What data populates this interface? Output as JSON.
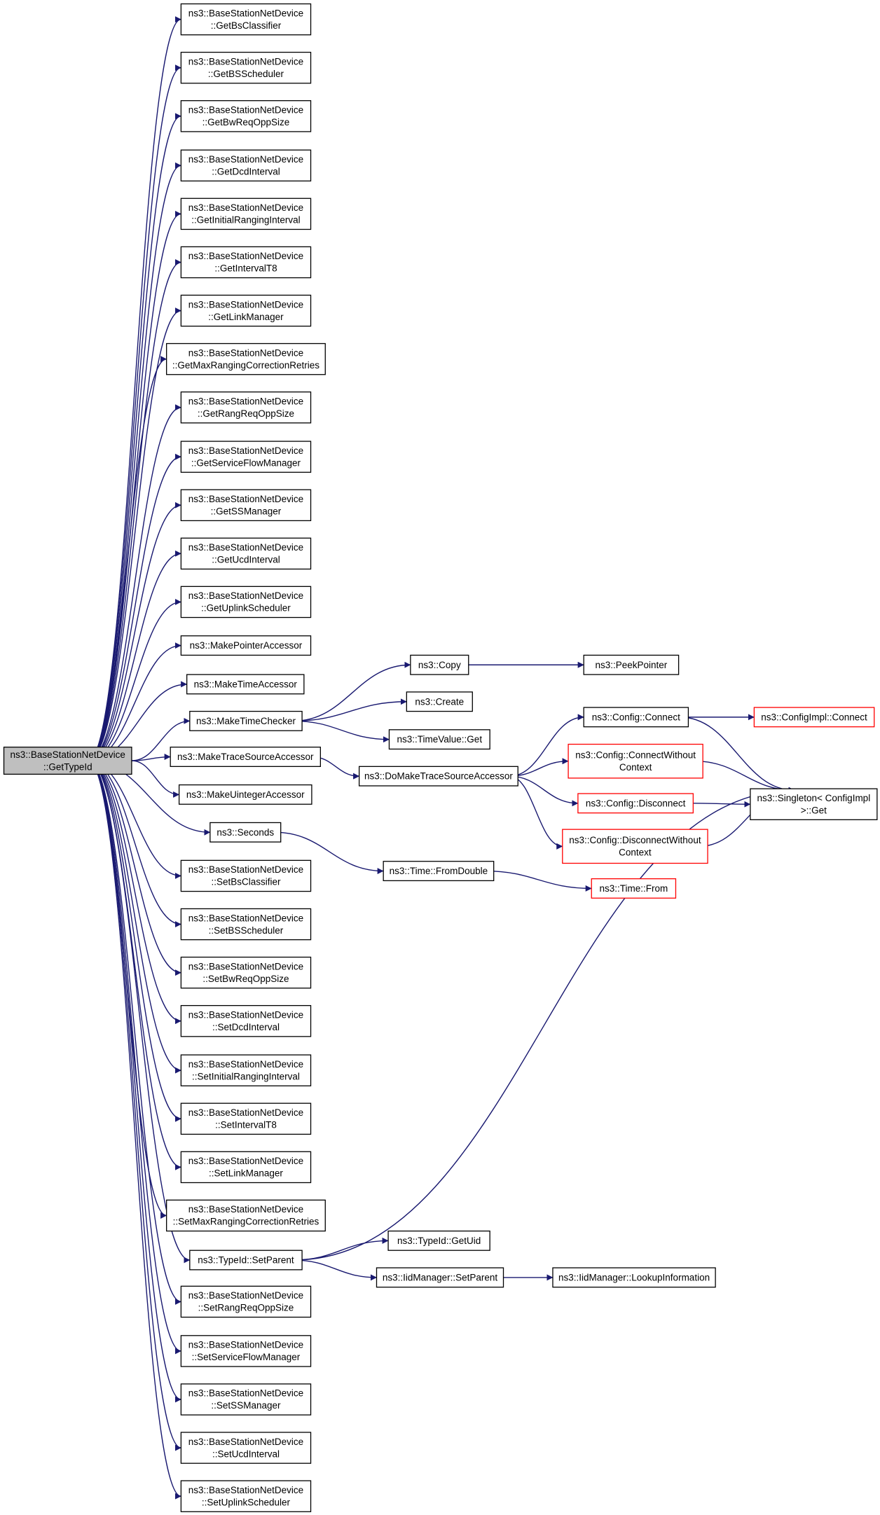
{
  "colors": {
    "edge": "#191970",
    "node_border": "#000000",
    "node_fill": "#ffffff",
    "root_fill": "#bfbfbf",
    "truncated_border": "#ff0000",
    "text": "#000000"
  },
  "nodes": [
    {
      "id": "root",
      "lines": [
        "ns3::BaseStationNetDevice",
        "::GetTypeId"
      ],
      "style": "root"
    },
    {
      "id": "getbsclassifier",
      "lines": [
        "ns3::BaseStationNetDevice",
        "::GetBsClassifier"
      ],
      "style": "normal"
    },
    {
      "id": "getbsscheduler",
      "lines": [
        "ns3::BaseStationNetDevice",
        "::GetBSScheduler"
      ],
      "style": "normal"
    },
    {
      "id": "getbwreqoppsize",
      "lines": [
        "ns3::BaseStationNetDevice",
        "::GetBwReqOppSize"
      ],
      "style": "normal"
    },
    {
      "id": "getdcdinterval",
      "lines": [
        "ns3::BaseStationNetDevice",
        "::GetDcdInterval"
      ],
      "style": "normal"
    },
    {
      "id": "getinitialranginginterval",
      "lines": [
        "ns3::BaseStationNetDevice",
        "::GetInitialRangingInterval"
      ],
      "style": "normal"
    },
    {
      "id": "getintervalt8",
      "lines": [
        "ns3::BaseStationNetDevice",
        "::GetIntervalT8"
      ],
      "style": "normal"
    },
    {
      "id": "getlinkmanager",
      "lines": [
        "ns3::BaseStationNetDevice",
        "::GetLinkManager"
      ],
      "style": "normal"
    },
    {
      "id": "getmaxrangingcorrectionretries",
      "lines": [
        "ns3::BaseStationNetDevice",
        "::GetMaxRangingCorrectionRetries"
      ],
      "style": "normal"
    },
    {
      "id": "getrangreqoppsize",
      "lines": [
        "ns3::BaseStationNetDevice",
        "::GetRangReqOppSize"
      ],
      "style": "normal"
    },
    {
      "id": "getserviceflowmanager",
      "lines": [
        "ns3::BaseStationNetDevice",
        "::GetServiceFlowManager"
      ],
      "style": "normal"
    },
    {
      "id": "getssmanager",
      "lines": [
        "ns3::BaseStationNetDevice",
        "::GetSSManager"
      ],
      "style": "normal"
    },
    {
      "id": "getucdinterval",
      "lines": [
        "ns3::BaseStationNetDevice",
        "::GetUcdInterval"
      ],
      "style": "normal"
    },
    {
      "id": "getuplinkscheduler",
      "lines": [
        "ns3::BaseStationNetDevice",
        "::GetUplinkScheduler"
      ],
      "style": "normal"
    },
    {
      "id": "makepointeraccessor",
      "lines": [
        "ns3::MakePointerAccessor"
      ],
      "style": "normal"
    },
    {
      "id": "maketimeaccessor",
      "lines": [
        "ns3::MakeTimeAccessor"
      ],
      "style": "normal"
    },
    {
      "id": "maketimechecker",
      "lines": [
        "ns3::MakeTimeChecker"
      ],
      "style": "normal"
    },
    {
      "id": "maketracesourceaccessor",
      "lines": [
        "ns3::MakeTraceSourceAccessor"
      ],
      "style": "normal"
    },
    {
      "id": "makeuintegeraccessor",
      "lines": [
        "ns3::MakeUintegerAccessor"
      ],
      "style": "normal"
    },
    {
      "id": "seconds",
      "lines": [
        "ns3::Seconds"
      ],
      "style": "normal"
    },
    {
      "id": "setbsclassifier",
      "lines": [
        "ns3::BaseStationNetDevice",
        "::SetBsClassifier"
      ],
      "style": "normal"
    },
    {
      "id": "setbsscheduler",
      "lines": [
        "ns3::BaseStationNetDevice",
        "::SetBSScheduler"
      ],
      "style": "normal"
    },
    {
      "id": "setbwreqoppsize",
      "lines": [
        "ns3::BaseStationNetDevice",
        "::SetBwReqOppSize"
      ],
      "style": "normal"
    },
    {
      "id": "setdcdinterval",
      "lines": [
        "ns3::BaseStationNetDevice",
        "::SetDcdInterval"
      ],
      "style": "normal"
    },
    {
      "id": "setinitialranginginterval",
      "lines": [
        "ns3::BaseStationNetDevice",
        "::SetInitialRangingInterval"
      ],
      "style": "normal"
    },
    {
      "id": "setintervalt8",
      "lines": [
        "ns3::BaseStationNetDevice",
        "::SetIntervalT8"
      ],
      "style": "normal"
    },
    {
      "id": "setlinkmanager",
      "lines": [
        "ns3::BaseStationNetDevice",
        "::SetLinkManager"
      ],
      "style": "normal"
    },
    {
      "id": "setmaxrangingcorrectionretries",
      "lines": [
        "ns3::BaseStationNetDevice",
        "::SetMaxRangingCorrectionRetries"
      ],
      "style": "normal"
    },
    {
      "id": "typeid-setparent",
      "lines": [
        "ns3::TypeId::SetParent"
      ],
      "style": "normal"
    },
    {
      "id": "setrangreqoppsize",
      "lines": [
        "ns3::BaseStationNetDevice",
        "::SetRangReqOppSize"
      ],
      "style": "normal"
    },
    {
      "id": "setserviceflowmanager",
      "lines": [
        "ns3::BaseStationNetDevice",
        "::SetServiceFlowManager"
      ],
      "style": "normal"
    },
    {
      "id": "setssmanager",
      "lines": [
        "ns3::BaseStationNetDevice",
        "::SetSSManager"
      ],
      "style": "normal"
    },
    {
      "id": "setucdinterval",
      "lines": [
        "ns3::BaseStationNetDevice",
        "::SetUcdInterval"
      ],
      "style": "normal"
    },
    {
      "id": "setuplinkscheduler",
      "lines": [
        "ns3::BaseStationNetDevice",
        "::SetUplinkScheduler"
      ],
      "style": "normal"
    },
    {
      "id": "copy",
      "lines": [
        "ns3::Copy"
      ],
      "style": "normal"
    },
    {
      "id": "create",
      "lines": [
        "ns3::Create"
      ],
      "style": "normal"
    },
    {
      "id": "timevalue-get",
      "lines": [
        "ns3::TimeValue::Get"
      ],
      "style": "normal"
    },
    {
      "id": "domaketracesourceaccessor",
      "lines": [
        "ns3::DoMakeTraceSourceAccessor"
      ],
      "style": "normal"
    },
    {
      "id": "time-fromdouble",
      "lines": [
        "ns3::Time::FromDouble"
      ],
      "style": "normal"
    },
    {
      "id": "typeid-getuid",
      "lines": [
        "ns3::TypeId::GetUid"
      ],
      "style": "normal"
    },
    {
      "id": "iidmanager-setparent",
      "lines": [
        "ns3::IidManager::SetParent"
      ],
      "style": "normal"
    },
    {
      "id": "peekpointer",
      "lines": [
        "ns3::PeekPointer"
      ],
      "style": "normal"
    },
    {
      "id": "config-connect",
      "lines": [
        "ns3::Config::Connect"
      ],
      "style": "normal"
    },
    {
      "id": "config-connectwithoutcontext",
      "lines": [
        "ns3::Config::ConnectWithout",
        "Context"
      ],
      "style": "truncated"
    },
    {
      "id": "config-disconnect",
      "lines": [
        "ns3::Config::Disconnect"
      ],
      "style": "truncated"
    },
    {
      "id": "config-disconnectwithoutcontext",
      "lines": [
        "ns3::Config::DisconnectWithout",
        "Context"
      ],
      "style": "truncated"
    },
    {
      "id": "time-from",
      "lines": [
        "ns3::Time::From"
      ],
      "style": "truncated"
    },
    {
      "id": "iidmanager-lookupinformation",
      "lines": [
        "ns3::IidManager::LookupInformation"
      ],
      "style": "normal"
    },
    {
      "id": "configimpl-connect",
      "lines": [
        "ns3::ConfigImpl::Connect"
      ],
      "style": "truncated"
    },
    {
      "id": "singleton-get",
      "lines": [
        "ns3::Singleton< ConfigImpl",
        ">::Get"
      ],
      "style": "normal"
    }
  ],
  "edges": [
    [
      "root",
      "getbsclassifier"
    ],
    [
      "root",
      "getbsscheduler"
    ],
    [
      "root",
      "getbwreqoppsize"
    ],
    [
      "root",
      "getdcdinterval"
    ],
    [
      "root",
      "getinitialranginginterval"
    ],
    [
      "root",
      "getintervalt8"
    ],
    [
      "root",
      "getlinkmanager"
    ],
    [
      "root",
      "getmaxrangingcorrectionretries"
    ],
    [
      "root",
      "getrangreqoppsize"
    ],
    [
      "root",
      "getserviceflowmanager"
    ],
    [
      "root",
      "getssmanager"
    ],
    [
      "root",
      "getucdinterval"
    ],
    [
      "root",
      "getuplinkscheduler"
    ],
    [
      "root",
      "makepointeraccessor"
    ],
    [
      "root",
      "maketimeaccessor"
    ],
    [
      "root",
      "maketimechecker"
    ],
    [
      "root",
      "maketracesourceaccessor"
    ],
    [
      "root",
      "makeuintegeraccessor"
    ],
    [
      "root",
      "seconds"
    ],
    [
      "root",
      "setbsclassifier"
    ],
    [
      "root",
      "setbsscheduler"
    ],
    [
      "root",
      "setbwreqoppsize"
    ],
    [
      "root",
      "setdcdinterval"
    ],
    [
      "root",
      "setinitialranginginterval"
    ],
    [
      "root",
      "setintervalt8"
    ],
    [
      "root",
      "setlinkmanager"
    ],
    [
      "root",
      "setmaxrangingcorrectionretries"
    ],
    [
      "root",
      "typeid-setparent"
    ],
    [
      "root",
      "setrangreqoppsize"
    ],
    [
      "root",
      "setserviceflowmanager"
    ],
    [
      "root",
      "setssmanager"
    ],
    [
      "root",
      "setucdinterval"
    ],
    [
      "root",
      "setuplinkscheduler"
    ],
    [
      "maketimechecker",
      "copy"
    ],
    [
      "maketimechecker",
      "create"
    ],
    [
      "maketimechecker",
      "timevalue-get"
    ],
    [
      "copy",
      "peekpointer"
    ],
    [
      "maketracesourceaccessor",
      "domaketracesourceaccessor"
    ],
    [
      "domaketracesourceaccessor",
      "config-connect"
    ],
    [
      "domaketracesourceaccessor",
      "config-connectwithoutcontext"
    ],
    [
      "domaketracesourceaccessor",
      "config-disconnect"
    ],
    [
      "domaketracesourceaccessor",
      "config-disconnectwithoutcontext"
    ],
    [
      "config-connect",
      "configimpl-connect"
    ],
    [
      "config-connect",
      "singleton-get"
    ],
    [
      "config-connectwithoutcontext",
      "singleton-get"
    ],
    [
      "config-disconnect",
      "singleton-get"
    ],
    [
      "config-disconnectwithoutcontext",
      "singleton-get"
    ],
    [
      "seconds",
      "time-fromdouble"
    ],
    [
      "time-fromdouble",
      "time-from"
    ],
    [
      "typeid-setparent",
      "singleton-get"
    ],
    [
      "typeid-setparent",
      "typeid-getuid"
    ],
    [
      "typeid-setparent",
      "iidmanager-setparent"
    ],
    [
      "iidmanager-setparent",
      "iidmanager-lookupinformation"
    ]
  ]
}
